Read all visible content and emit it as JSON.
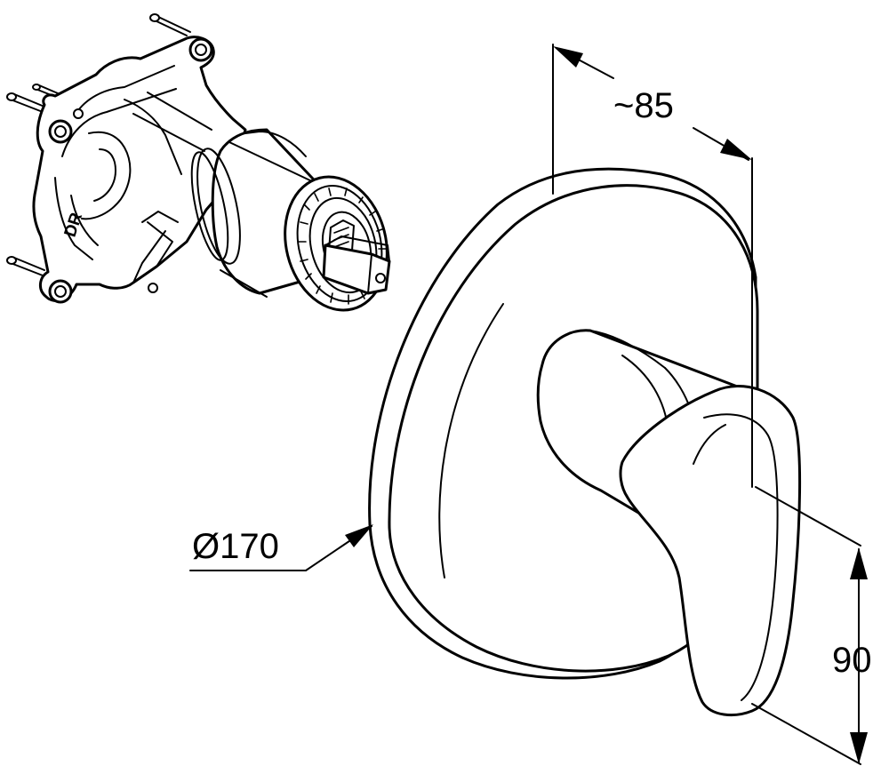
{
  "dimensions": {
    "depth": {
      "label": "~85"
    },
    "diameter": {
      "label": "Ø170"
    },
    "height": {
      "label": "90"
    }
  },
  "body_marking": "DR",
  "colors": {
    "line": "#000000",
    "background": "#ffffff"
  }
}
